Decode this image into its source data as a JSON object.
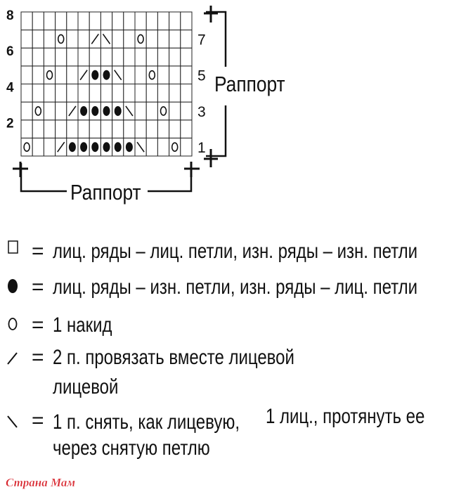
{
  "chart": {
    "columns": 15,
    "rows": [
      {
        "number": "1",
        "cells": [
          "o",
          "",
          "",
          "/",
          "k",
          "k",
          "k",
          "k",
          "k",
          "k",
          "\\",
          "",
          "",
          "o",
          ""
        ]
      },
      {
        "number": "2",
        "cells": []
      },
      {
        "number": "3",
        "cells": [
          "",
          "o",
          "",
          "",
          "/",
          "k",
          "k",
          "k",
          "k",
          "\\",
          "",
          "",
          "o",
          "",
          ""
        ]
      },
      {
        "number": "4",
        "cells": []
      },
      {
        "number": "5",
        "cells": [
          "",
          "",
          "o",
          "",
          "",
          "/",
          "k",
          "k",
          "\\",
          "",
          "",
          "o",
          "",
          "",
          ""
        ]
      },
      {
        "number": "6",
        "cells": []
      },
      {
        "number": "7",
        "cells": [
          "",
          "",
          "",
          "o",
          "",
          "",
          "/",
          "\\",
          "",
          "",
          "o",
          "",
          "",
          "",
          ""
        ]
      },
      {
        "number": "8",
        "cells": []
      }
    ],
    "repeat_label_bottom": "Раппорт",
    "repeat_label_right": "Раппорт"
  },
  "legend": [
    {
      "symbol": "empty-square",
      "eq": "=",
      "lines": [
        "лиц. ряды – лиц. петли, изн. ряды – изн. петли"
      ]
    },
    {
      "symbol": "filled-dot",
      "eq": "=",
      "lines": [
        "лиц. ряды – изн. петли, изн. ряды – лиц. петли"
      ]
    },
    {
      "symbol": "circle",
      "eq": "=",
      "lines": [
        "1 накид"
      ]
    },
    {
      "symbol": "slash",
      "eq": "=",
      "lines": [
        "2 п. провязать вместе  лицевой",
        "лицевой"
      ]
    },
    {
      "symbol": "backslash",
      "eq": "=",
      "lines": [
        "1 п. снять, как лицевую,",
        "1 лиц., протянуть ее",
        "через снятую петлю"
      ]
    }
  ],
  "watermark": "Страна Мам"
}
